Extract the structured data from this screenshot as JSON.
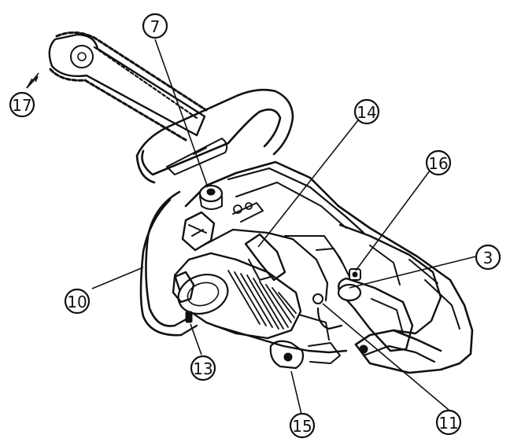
{
  "callouts": [
    {
      "id": "7",
      "label": "7"
    },
    {
      "id": "17",
      "label": "17"
    },
    {
      "id": "14",
      "label": "14"
    },
    {
      "id": "16",
      "label": "16"
    },
    {
      "id": "3",
      "label": "3"
    },
    {
      "id": "10",
      "label": "10"
    },
    {
      "id": "13",
      "label": "13"
    },
    {
      "id": "15",
      "label": "15"
    },
    {
      "id": "11",
      "label": "11"
    }
  ],
  "colors": {
    "ink": "#111111",
    "background": "#ffffff"
  }
}
